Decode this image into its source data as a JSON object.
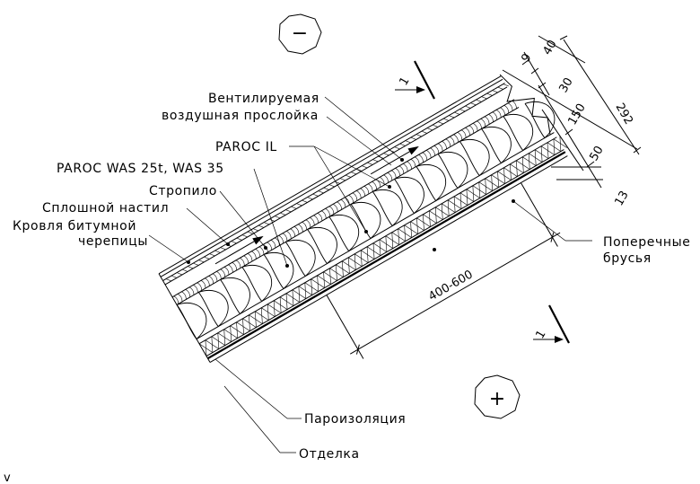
{
  "labels": {
    "ventilated_line1": "Вентилируемая",
    "ventilated_line2": "воздушная прослойка",
    "paroc_il": "PAROC IL",
    "paroc_was": "PAROC WAS 25t, WAS 35",
    "rafter": "Стропило",
    "decking": "Сплошной настил",
    "roofing_line1": "Кровля битумной",
    "roofing_line2": "черепицы",
    "cross_battens_line1": "Поперечные",
    "cross_battens_line2": "брусья",
    "vapour_barrier": "Пароизоляция",
    "finish": "Отделка"
  },
  "dimensions": {
    "d9": "9",
    "d40": "40",
    "d30": "30",
    "d150": "150",
    "d50": "50",
    "d13": "13",
    "d292": "292",
    "spacing": "400-600"
  },
  "section_marks": {
    "top": "1",
    "bottom": "1"
  },
  "symbols": {
    "minus": "−",
    "plus": "+",
    "corner": "v"
  }
}
